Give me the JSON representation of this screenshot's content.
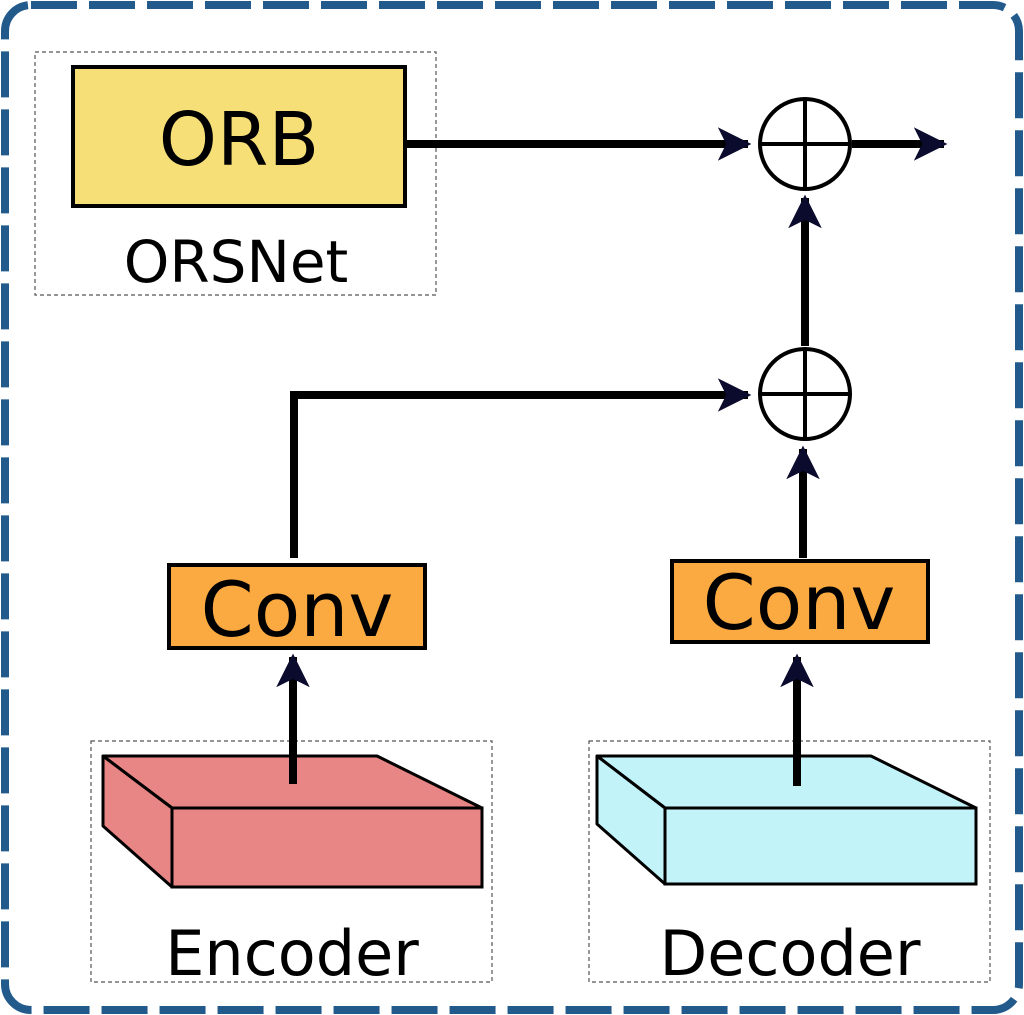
{
  "orsnet": {
    "block_label": "ORB",
    "caption": "ORSNet"
  },
  "encoder": {
    "conv_label": "Conv",
    "caption": "Encoder"
  },
  "decoder": {
    "conv_label": "Conv",
    "caption": "Decoder"
  },
  "colors": {
    "frame": "#235a8c",
    "orb_fill": "#f7df78",
    "conv_fill": "#fba941",
    "encoder_fill": "#e88585",
    "decoder_fill": "#c2f3f9",
    "arrow_head": "#0b0b2e",
    "line": "#000000"
  },
  "operators": [
    {
      "symbol": "circle-plus",
      "role": "upper-add"
    },
    {
      "symbol": "circle-plus",
      "role": "lower-add"
    }
  ]
}
